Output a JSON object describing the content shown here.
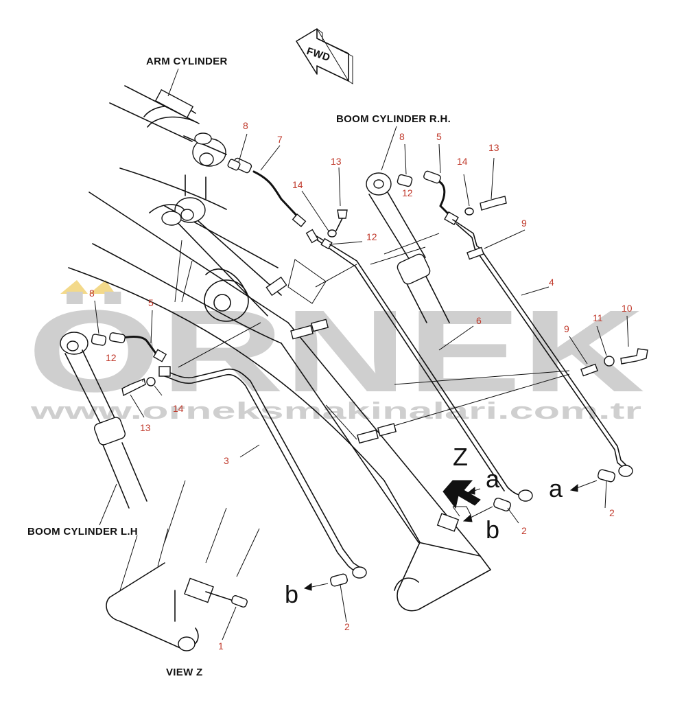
{
  "labels": {
    "arm_cylinder": "ARM CYLINDER",
    "boom_cylinder_rh": "BOOM CYLINDER  R.H.",
    "boom_cylinder_lh": "BOOM CYLINDER L.H",
    "view_z": "VIEW Z",
    "fwd": "FWD",
    "z": "Z"
  },
  "connection_letters": {
    "a_right": "a",
    "a_center": "a",
    "b_center": "b",
    "b_bottom": "b"
  },
  "part_numbers": {
    "p8_arm": "8",
    "p7": "7",
    "p13_center": "13",
    "p14_center": "14",
    "p12_center": "12",
    "p8_rh": "8",
    "p12_rh": "12",
    "p5_rh": "5",
    "p14_rh": "14",
    "p13_rh": "13",
    "p9_top": "9",
    "p4": "4",
    "p6": "6",
    "p10": "10",
    "p11": "11",
    "p9_mid": "9",
    "p8_lh": "8",
    "p5_lh": "5",
    "p12_lh": "12",
    "p14_lh": "14",
    "p13_lh": "13",
    "p3": "3",
    "p2_right": "2",
    "p2_center": "2",
    "p2_bottom": "2",
    "p1": "1"
  },
  "watermark": {
    "brand": "ÖRNEK",
    "url": "www.orneksmakinalari.com.tr"
  },
  "colors": {
    "line": "#111111",
    "part_number": "#c0392b",
    "watermark": "#cfcfcf",
    "watermark_accent": "#f3d98a"
  }
}
